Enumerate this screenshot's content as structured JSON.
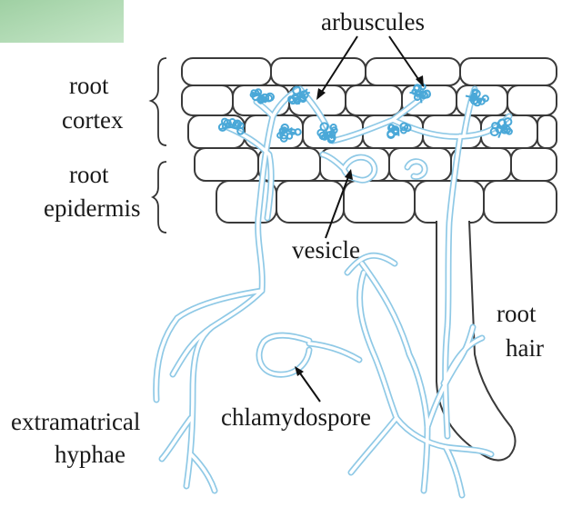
{
  "diagram": {
    "labels": {
      "arbuscules": "arbuscules",
      "root_cortex": [
        "root",
        "cortex"
      ],
      "root_epidermis": [
        "root",
        "epidermis"
      ],
      "vesicle": "vesicle",
      "root_hair": [
        "root",
        "hair"
      ],
      "chlamydospore": "chlamydospore",
      "extramatrical_hyphae": [
        "extramatrical",
        "hyphae"
      ]
    },
    "colors": {
      "hyphae": "#8fc9e6",
      "arbuscules": "#4aa8d8",
      "cell_outline": "#3a3a3a",
      "corner_swatch": "#a8d4aa"
    }
  }
}
